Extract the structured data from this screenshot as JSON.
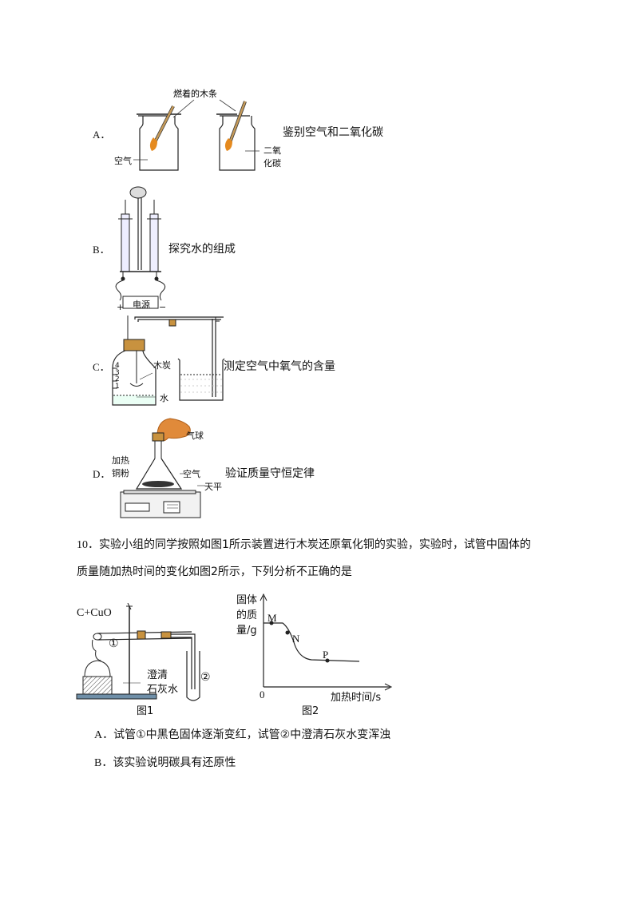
{
  "options_top": [
    {
      "letter": "A．",
      "caption": "鉴别空气和二氧化碳",
      "labels": {
        "stick": "燃着的木条",
        "left": "空气",
        "right_1": "二氧",
        "right_2": "化碳"
      }
    },
    {
      "letter": "B．",
      "caption": "探究水的组成",
      "labels": {
        "power": "电源",
        "plus": "+",
        "minus": "−"
      }
    },
    {
      "letter": "C．",
      "caption": "测定空气中氧气的含量",
      "labels": {
        "charcoal": "木炭",
        "water": "水",
        "marks": [
          "4",
          "3",
          "2",
          "1"
        ]
      }
    },
    {
      "letter": "D．",
      "caption": "验证质量守恒定律",
      "labels": {
        "balloon": "气球",
        "heat_1": "加热",
        "heat_2": "铜粉",
        "air": "空气",
        "balance": "天平"
      }
    }
  ],
  "question10": {
    "number": "10．",
    "text_line1": "实验小组的同学按照如图1所示装置进行木炭还原氧化铜的实验，实验时，试管中固体的",
    "text_line2": "质量随加热时间的变化如图2所示，下列分析不正确的是",
    "fig1": {
      "reagent": "C+CuO",
      "tube1": "①",
      "tube2": "②",
      "limewater_1": "澄清",
      "limewater_2": "石灰水",
      "caption": "图1"
    },
    "fig2": {
      "ylabel_1": "固体",
      "ylabel_2": "的质",
      "ylabel_3": "量/g",
      "xlabel": "加热时间/s",
      "origin": "0",
      "points": [
        "M",
        "N",
        "P"
      ],
      "caption": "图2"
    },
    "choices": [
      {
        "letter": "A．",
        "text": "试管①中黑色固体逐渐变红，试管②中澄清石灰水变浑浊"
      },
      {
        "letter": "B．",
        "text": "该实验说明碳具有还原性"
      }
    ]
  }
}
